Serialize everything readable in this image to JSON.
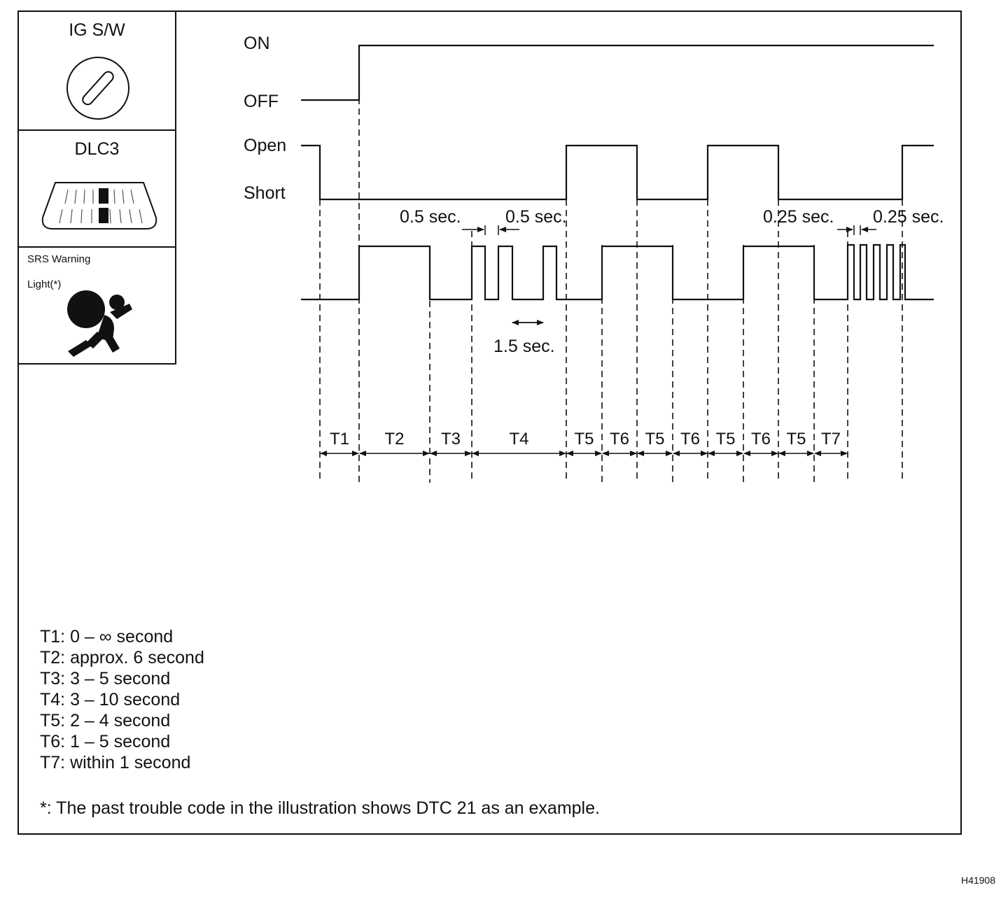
{
  "boxes": {
    "ig_sw": {
      "title": "IG S/W",
      "icon": "ignition-key-icon"
    },
    "dlc3": {
      "title": "DLC3",
      "icon": "dlc3-connector-icon"
    },
    "srs": {
      "title_line1": "SRS Warning",
      "title_line2": "Light(*)",
      "icon": "airbag-warning-icon"
    }
  },
  "signal_labels": {
    "on": "ON",
    "off": "OFF",
    "open": "Open",
    "short": "Short"
  },
  "dimensions": {
    "blink_a": "0.5 sec.",
    "blink_b": "0.5 sec.",
    "pause": "1.5 sec.",
    "fast_a": "0.25 sec.",
    "fast_b": "0.25 sec."
  },
  "periods": [
    "T1",
    "T2",
    "T3",
    "T4",
    "T5",
    "T6",
    "T5",
    "T6",
    "T5",
    "T6",
    "T5",
    "T7"
  ],
  "legend": [
    "T1: 0 – ∞ second",
    "T2: approx. 6 second",
    "T3: 3 – 5 second",
    "T4: 3 – 10 second",
    "T5: 2 – 4 second",
    "T6: 1 – 5 second",
    "T7: within 1 second"
  ],
  "footnote": "*: The past trouble code in the illustration shows DTC 21 as an example.",
  "figure_id": "H41908"
}
